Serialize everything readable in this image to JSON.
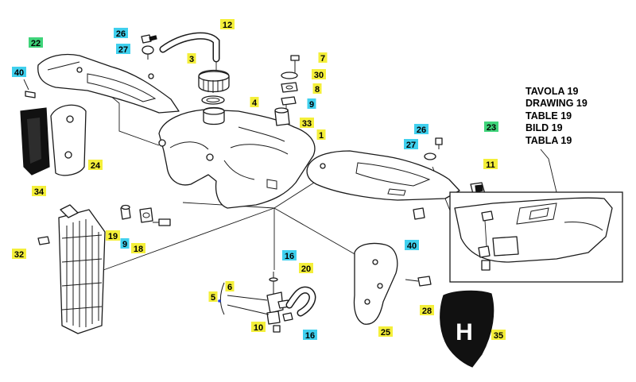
{
  "colors": {
    "yellow": "#f4ef3a",
    "green": "#3fd47a",
    "cyan": "#40d0ee",
    "blue_dot": "#1f3fd8",
    "line": "#1a1a1a"
  },
  "reference_note": {
    "lines": [
      "TAVOLA 19",
      "DRAWING 19",
      "TABLE 19",
      "BILD 19",
      "TABLA 19"
    ]
  },
  "logo": {
    "text": "H"
  },
  "callouts": [
    {
      "id": "c1",
      "text": "1",
      "color": "yellow"
    },
    {
      "id": "c3",
      "text": "3",
      "color": "yellow"
    },
    {
      "id": "c4",
      "text": "4",
      "color": "yellow"
    },
    {
      "id": "c5",
      "text": "5",
      "color": "yellow"
    },
    {
      "id": "c6",
      "text": "6",
      "color": "yellow"
    },
    {
      "id": "c7",
      "text": "7",
      "color": "yellow"
    },
    {
      "id": "c8",
      "text": "8",
      "color": "yellow"
    },
    {
      "id": "c9a",
      "text": "9",
      "color": "cyan"
    },
    {
      "id": "c9b",
      "text": "9",
      "color": "cyan"
    },
    {
      "id": "c10",
      "text": "10",
      "color": "yellow"
    },
    {
      "id": "c11",
      "text": "11",
      "color": "yellow"
    },
    {
      "id": "c12",
      "text": "12",
      "color": "yellow"
    },
    {
      "id": "c16a",
      "text": "16",
      "color": "cyan"
    },
    {
      "id": "c16b",
      "text": "16",
      "color": "cyan"
    },
    {
      "id": "c18",
      "text": "18",
      "color": "yellow"
    },
    {
      "id": "c19",
      "text": "19",
      "color": "yellow"
    },
    {
      "id": "c20",
      "text": "20",
      "color": "yellow"
    },
    {
      "id": "c22",
      "text": "22",
      "color": "green"
    },
    {
      "id": "c23",
      "text": "23",
      "color": "green"
    },
    {
      "id": "c24",
      "text": "24",
      "color": "yellow"
    },
    {
      "id": "c25",
      "text": "25",
      "color": "yellow"
    },
    {
      "id": "c26a",
      "text": "26",
      "color": "cyan"
    },
    {
      "id": "c26b",
      "text": "26",
      "color": "cyan"
    },
    {
      "id": "c27a",
      "text": "27",
      "color": "cyan"
    },
    {
      "id": "c27b",
      "text": "27",
      "color": "cyan"
    },
    {
      "id": "c28",
      "text": "28",
      "color": "yellow"
    },
    {
      "id": "c30",
      "text": "30",
      "color": "yellow"
    },
    {
      "id": "c32",
      "text": "32",
      "color": "yellow"
    },
    {
      "id": "c33",
      "text": "33",
      "color": "yellow"
    },
    {
      "id": "c34",
      "text": "34",
      "color": "yellow"
    },
    {
      "id": "c35",
      "text": "35",
      "color": "yellow"
    },
    {
      "id": "c40a",
      "text": "40",
      "color": "cyan"
    },
    {
      "id": "c40b",
      "text": "40",
      "color": "cyan"
    }
  ]
}
